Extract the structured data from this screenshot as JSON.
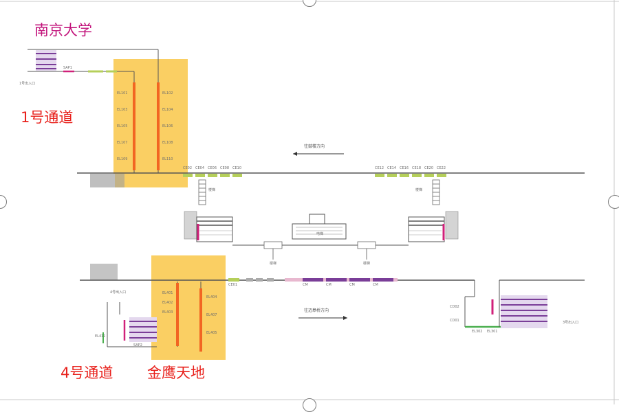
{
  "labels": {
    "nanjing_univ": "南京大学",
    "passage_1": "1号通道",
    "passage_4": "4号通道",
    "jinying": "金鹰天地",
    "direction_top": "往鼓楼方向",
    "direction_bottom": "往迈皋桥方向",
    "exit_1": "1号出入口",
    "exit_4": "4号出入口",
    "exit_3": "3号出入口",
    "stairs": "楼梯",
    "lift": "电梯"
  },
  "equipment": {
    "el_left_top": [
      "EL101",
      "EL103",
      "EL105",
      "EL107",
      "EL109"
    ],
    "el_right_top": [
      "EL102",
      "EL104",
      "EL106",
      "EL108",
      "EL110"
    ],
    "el_left_bottom": [
      "EL401",
      "EL402",
      "EL403"
    ],
    "el_right_bottom": [
      "EL404",
      "EL407",
      "EL405"
    ],
    "gates_top_left": [
      "CE02",
      "CE04",
      "CE06",
      "CE08",
      "CE10"
    ],
    "gates_top_right": [
      "CE12",
      "CE14",
      "CE16",
      "CE18",
      "CE20",
      "CE22"
    ],
    "gates_bottom": [
      "CM",
      "CM",
      "CM",
      "CM"
    ],
    "ce_bottom": "CE01",
    "cd_labels": [
      "CD02",
      "CD01"
    ],
    "small_codes": [
      "EL301",
      "EL302",
      "SAP1",
      "SAP2",
      "EL411"
    ]
  },
  "colors": {
    "zone": "#f9c541",
    "escalator": "#f26522",
    "gate": "#b5cf5a",
    "turnstile": "#7a3e98",
    "accent_pink": "#d0207a",
    "text_red": "#e8211c",
    "text_magenta": "#c2137b"
  }
}
